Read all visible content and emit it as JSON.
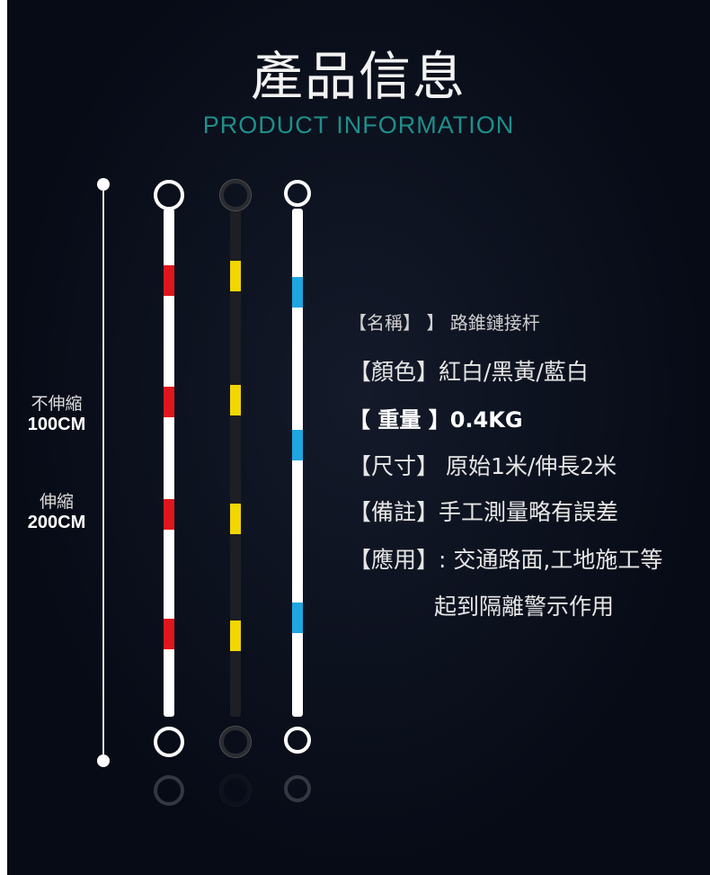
{
  "header": {
    "title": "產品信息",
    "subtitle": "PRODUCT INFORMATION"
  },
  "dimensions": [
    {
      "label": "不伸縮",
      "value": "100CM"
    },
    {
      "label": "伸縮",
      "value": "200CM"
    }
  ],
  "poles": [
    {
      "name": "red-white",
      "body": "#ffffff",
      "stripe": "#e0161e",
      "ring": "#ffffff"
    },
    {
      "name": "black-yellow",
      "body": "#1d1f24",
      "stripe": "#f2d600",
      "ring": "#222428"
    },
    {
      "name": "blue-white",
      "body": "#ffffff",
      "stripe": "#1ea6e0",
      "ring": "#ffffff"
    }
  ],
  "info": [
    "【名稱】 】 路錐鏈接杆",
    "【顏色】紅白/黑黃/藍白",
    "【 重量 】0.4KG",
    "【尺寸】 原始1米/伸長2米",
    "【備註】手工測量略有誤差",
    "【應用】: 交通路面,工地施工等",
    "起到隔離警示作用"
  ]
}
